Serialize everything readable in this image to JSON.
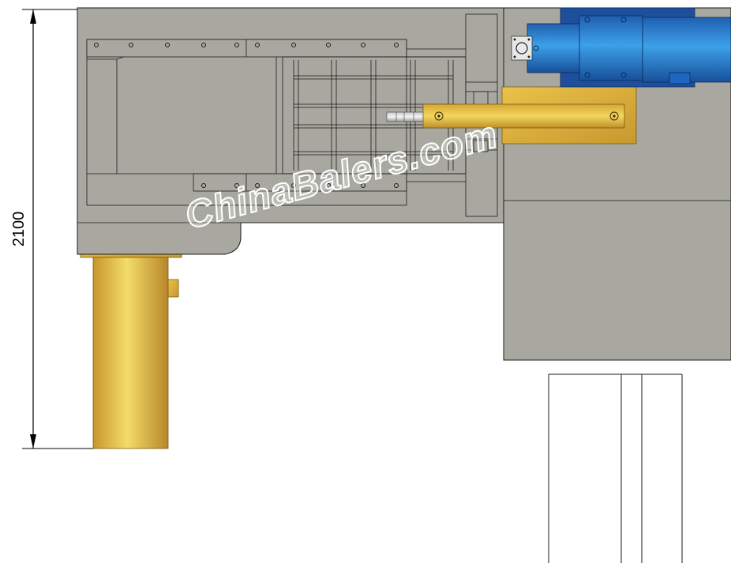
{
  "dimension": {
    "label": "2100"
  },
  "watermark": {
    "text": "ChinaBalers.com"
  },
  "colors": {
    "frame": "#a9a8a0",
    "frame_stroke": "#1a1a1a",
    "cylinder": "#e8c64a",
    "cylinder_dark": "#b8902a",
    "motor": "#2b88d8",
    "motor_dark": "#1b5fae",
    "background": "#ffffff"
  },
  "components": [
    {
      "name": "baler-frame"
    },
    {
      "name": "main-hydraulic-cylinder"
    },
    {
      "name": "door-lift-cylinder"
    },
    {
      "name": "electric-motor"
    },
    {
      "name": "hydraulic-pump"
    },
    {
      "name": "side-chamber"
    },
    {
      "name": "base-support-frame"
    }
  ]
}
